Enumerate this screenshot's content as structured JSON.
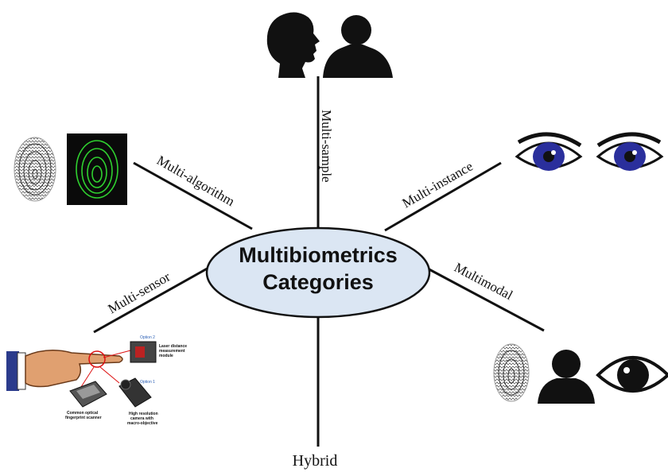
{
  "center": {
    "line1": "Multibiometrics",
    "line2": "Categories"
  },
  "branches": {
    "multi_sample": "Multi-sample",
    "multi_instance": "Multi-instance",
    "multimodal": "Multimodal",
    "hybrid": "Hybrid",
    "multi_sensor": "Multi-sensor",
    "multi_algorithm": "Multi-algorithm"
  },
  "sensor_setup": {
    "option_2": "Option 2",
    "option_1": "Option 1",
    "laser_line1": "Laser distance",
    "laser_line2": "measurement",
    "laser_line3": "module",
    "scanner_line1": "Common optical",
    "scanner_line2": "fingerprint scanner",
    "camera_line1": "High resolution",
    "camera_line2": "camera with",
    "camera_line3": "macro-objective"
  },
  "colors": {
    "ellipse_fill": "#dbe6f3",
    "iris": "#2a2f9c",
    "fingerprint_green": "#2fd12f",
    "line": "#111111"
  },
  "icons": [
    "head-silhouettes-icon",
    "eyes-icon",
    "fingerprint-icon",
    "green-fingerprint-icon",
    "person-icon",
    "eye-icon",
    "finger-sensor-icon"
  ]
}
